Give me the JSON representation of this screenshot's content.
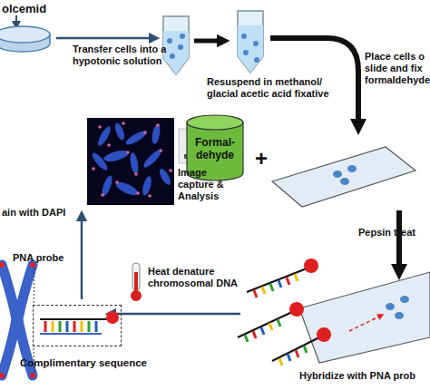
{
  "diagram": {
    "nodes": [
      {
        "text": [
          "Formal- dehyde"
        ]
      },
      {
        "text": [
          "Complimentary sequence"
        ]
      }
    ],
    "labels": [
      "olcemid",
      "Transfer cells into a hypotonic solution",
      "Resuspend in methanol/ glacial acetic acid fixative",
      "Place cells o slide and fix formaldehyde",
      "+",
      "Pepsin treat",
      "Hybridize with PNA prob",
      "Heat denature chromosomal DNA",
      "PNA probe",
      "ain with DAPI",
      "Image capture & Analysis"
    ]
  }
}
